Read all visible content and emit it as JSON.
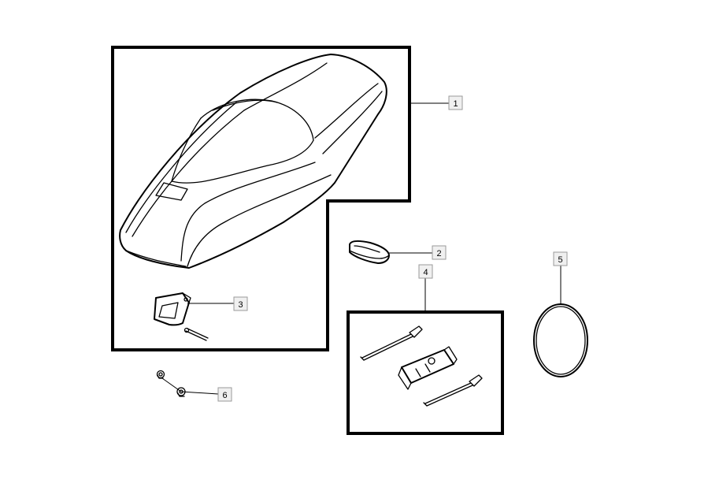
{
  "callouts": [
    {
      "id": "callout-1",
      "label": "1"
    },
    {
      "id": "callout-2",
      "label": "2"
    },
    {
      "id": "callout-3",
      "label": "3"
    },
    {
      "id": "callout-4",
      "label": "4"
    },
    {
      "id": "callout-5",
      "label": "5"
    },
    {
      "id": "callout-6",
      "label": "6"
    }
  ],
  "parts": [
    {
      "name": "seat-assembly",
      "callout": "1"
    },
    {
      "name": "rubber-bumper",
      "callout": "2"
    },
    {
      "name": "seat-latch-bracket",
      "callout": "3"
    },
    {
      "name": "tool-kit",
      "callout": "4"
    },
    {
      "name": "o-ring",
      "callout": "5"
    },
    {
      "name": "nut-and-washer",
      "callout": "6"
    }
  ]
}
